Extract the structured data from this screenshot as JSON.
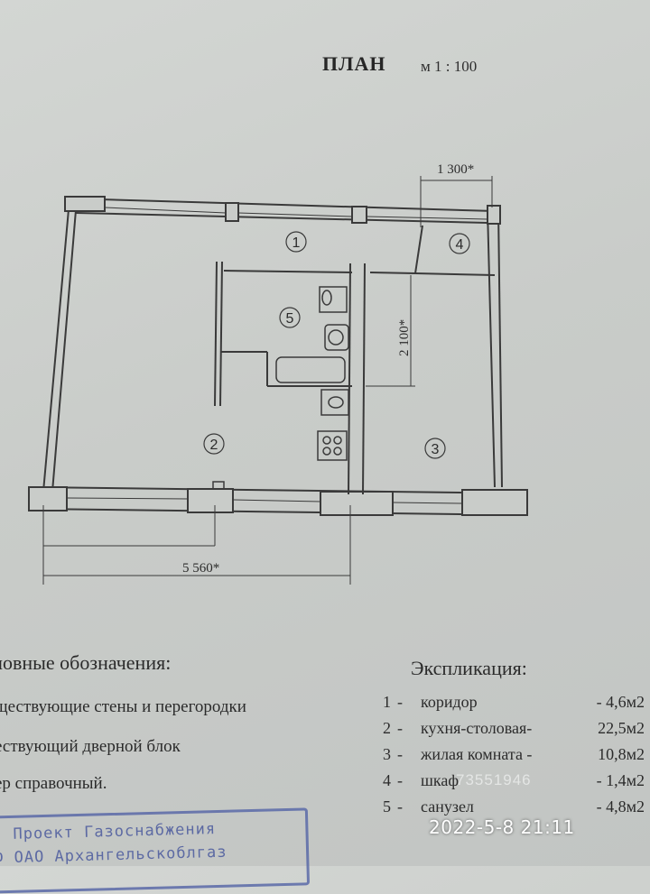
{
  "plan": {
    "title": "ПЛАН",
    "scale": "м 1 : 100",
    "dim_top": "1 300*",
    "dim_side": "2 100*",
    "dim_bottom": "5 560*",
    "rooms": [
      "1",
      "2",
      "3",
      "4",
      "5"
    ]
  },
  "legend": {
    "title": "ловные обозначения:",
    "items": [
      "ществующие стены и перегородки",
      "ествующий дверной блок",
      "ер справочный."
    ]
  },
  "explication": {
    "title": "Экспликация:",
    "rows": [
      {
        "num": "1",
        "dash": "-",
        "name": "коридор",
        "area": "-    4,6м2"
      },
      {
        "num": "2",
        "dash": "-",
        "name": "кухня-столовая-",
        "area": "22,5м2"
      },
      {
        "num": "3",
        "dash": "-",
        "name": "жилая комната -",
        "area": "10,8м2"
      },
      {
        "num": "4",
        "dash": "-",
        "name": "шкаф",
        "area": "-    1,4м2"
      },
      {
        "num": "5",
        "dash": "-",
        "name": "санузел",
        "area": "-    4,8м2"
      }
    ]
  },
  "stamp": {
    "line1": "Проект Газоснабжения",
    "line2": "Ф ОАО Архангельскоблгаз"
  },
  "watermark": "73551946",
  "timestamp": "2022-5-8 21:11"
}
